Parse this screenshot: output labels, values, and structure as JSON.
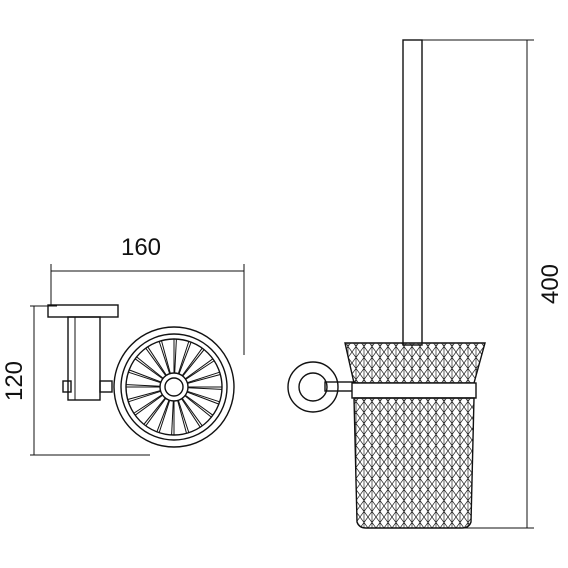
{
  "drawing": {
    "dimensions": {
      "width": "160",
      "height": "120",
      "total_height": "400"
    }
  }
}
